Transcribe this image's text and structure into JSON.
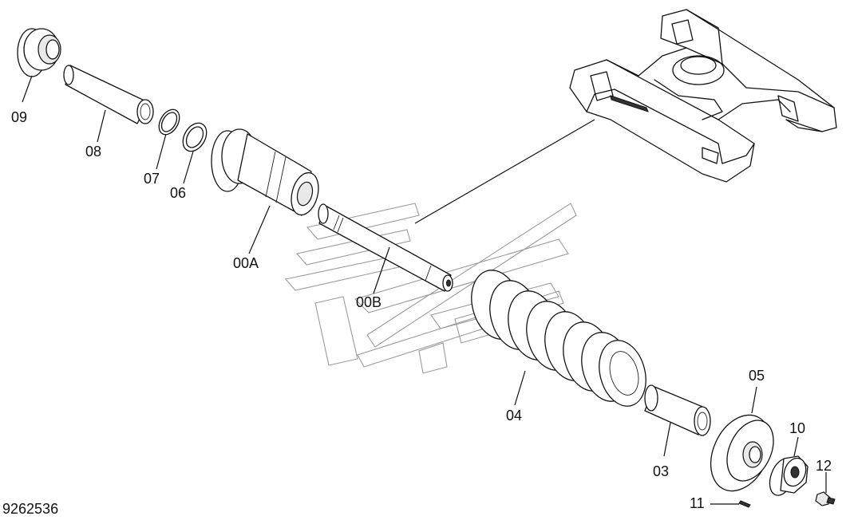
{
  "drawing_number": "9262536",
  "part_labels": {
    "p09": "09",
    "p08": "08",
    "p07": "07",
    "p06": "06",
    "p00A": "00A",
    "p00B": "00B",
    "p04": "04",
    "p03": "03",
    "p05": "05",
    "p10": "10",
    "p11": "11",
    "p12": "12"
  }
}
